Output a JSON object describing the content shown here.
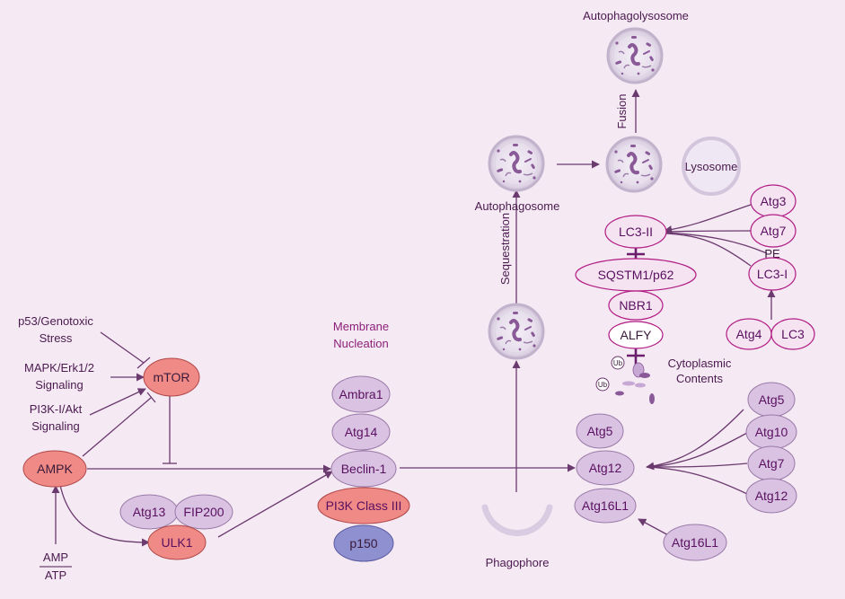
{
  "colors": {
    "background": "#f5e9f4",
    "node_red": "#ef8a86",
    "node_lilac": "#d9c2e2",
    "node_blue": "#8f90cf",
    "node_pink_outline": "#b01c83",
    "line": "#6b3a6e",
    "magenta_text": "#8c1f78"
  },
  "inputs": {
    "p53": [
      "p53/Genotoxic",
      "Stress"
    ],
    "mapk": [
      "MAPK/Erk1/2",
      "Signaling"
    ],
    "pi3k_akt": [
      "PI3K-I/Akt",
      "Signaling"
    ],
    "amp": "AMP",
    "atp": "ATP"
  },
  "nodes": {
    "mtor": "mTOR",
    "ampk": "AMPK",
    "atg13": "Atg13",
    "fip200": "FIP200",
    "ulk1": "ULK1",
    "ambra1": "Ambra1",
    "atg14": "Atg14",
    "beclin1": "Beclin-1",
    "pi3k_class3": "PI3K Class III",
    "p150": "p150",
    "atg5": "Atg5",
    "atg12": "Atg12",
    "atg16l1": "Atg16L1",
    "atg16l1_input": "Atg16L1",
    "conj_atg5": "Atg5",
    "conj_atg10": "Atg10",
    "conj_atg7": "Atg7",
    "conj_atg12": "Atg12",
    "lc3ii": "LC3-II",
    "sqstm1": "SQSTM1/p62",
    "nbr1": "NBR1",
    "alfy": "ALFY",
    "atg3": "Atg3",
    "atg7": "Atg7",
    "pe": "PE",
    "lc3i": "LC3-I",
    "atg4": "Atg4",
    "lc3": "LC3",
    "ub": "Ub"
  },
  "labels": {
    "membrane_nucleation": [
      "Membrane",
      "Nucleation"
    ],
    "phagophore": "Phagophore",
    "sequestration": "Sequestration",
    "autophagosome": "Autophagosome",
    "fusion": "Fusion",
    "autophagolysosome": "Autophagolysosome",
    "lysosome": "Lysosome",
    "cytoplasmic_contents": [
      "Cytoplasmic",
      "Contents"
    ]
  }
}
